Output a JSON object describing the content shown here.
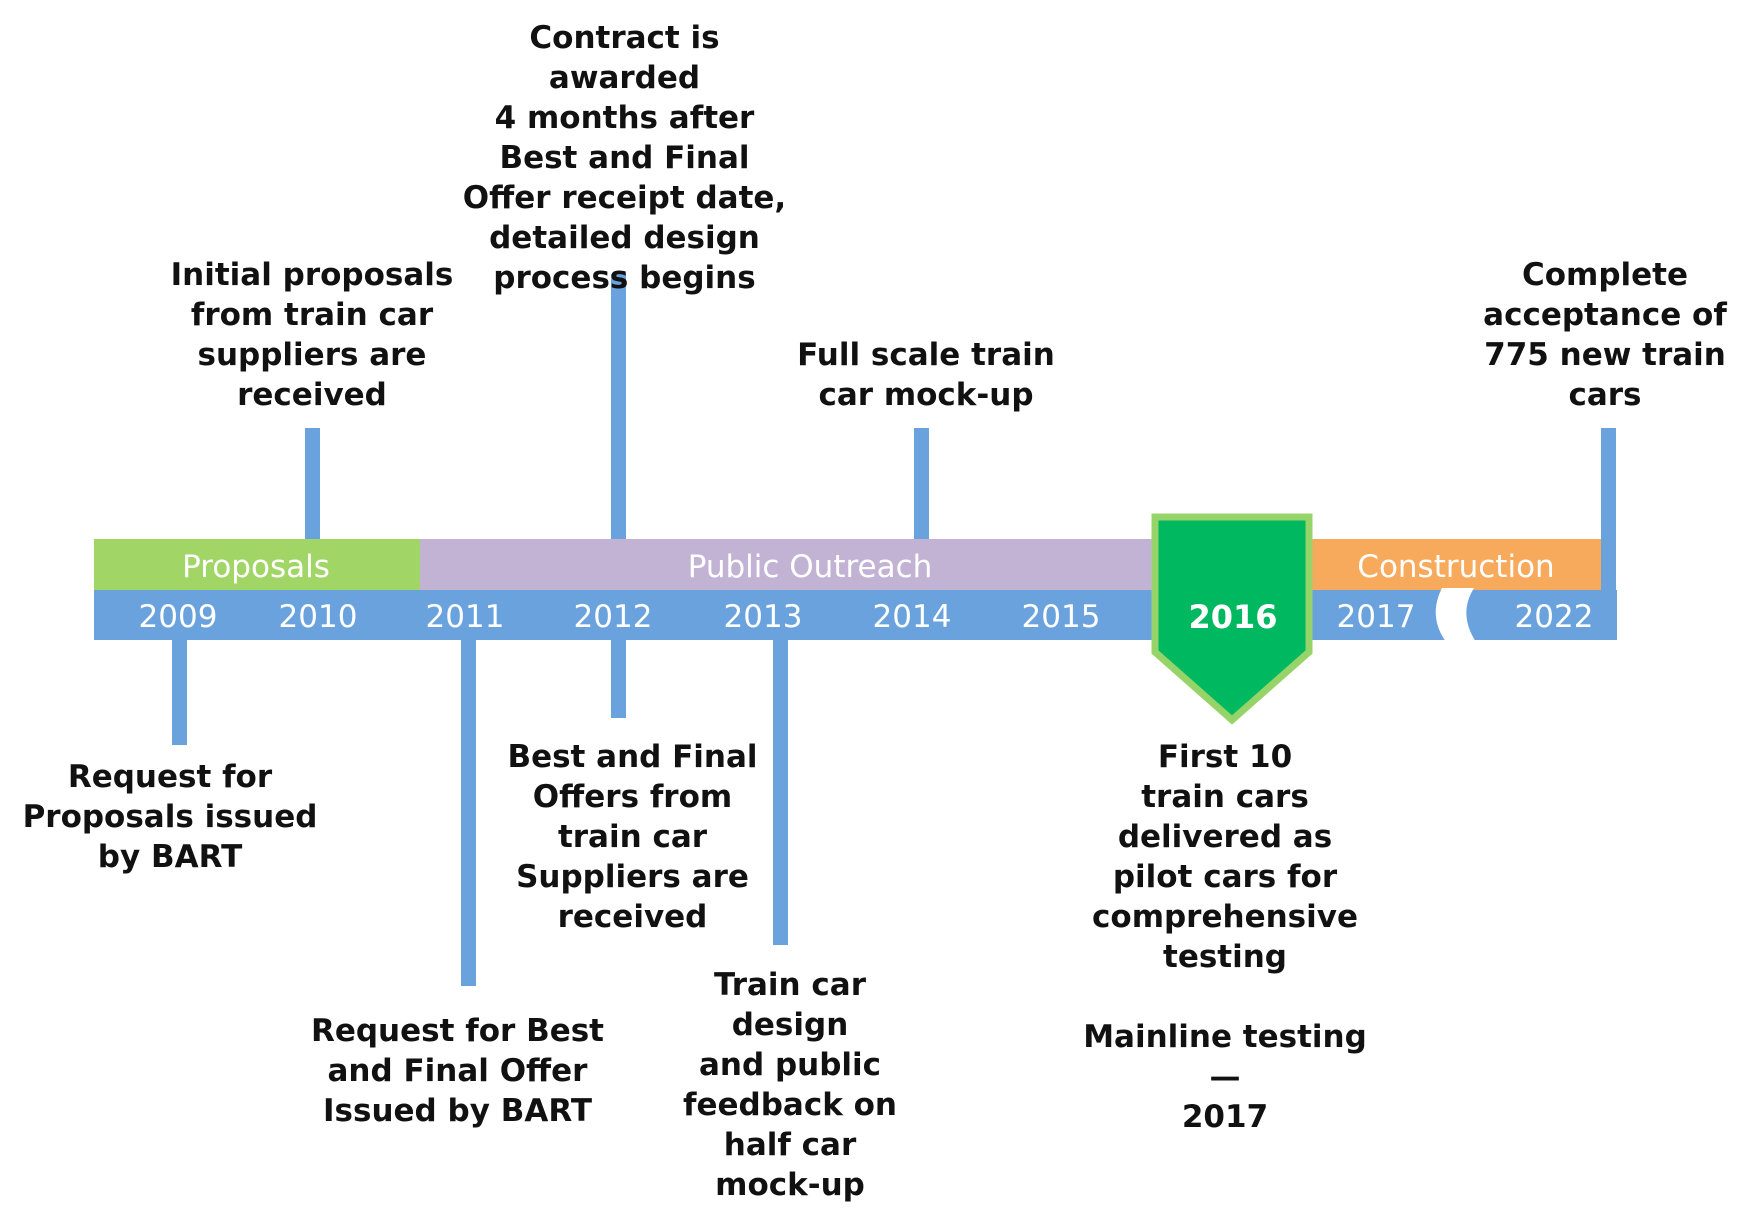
{
  "colors": {
    "timeline_bar": "#6aa2dd",
    "connector": "#6aa2dd",
    "proposals": "#a1d667",
    "public_outreach": "#c2b3d5",
    "construction": "#f7aa5c",
    "current_fill": "#00b860",
    "current_border": "#96d46a",
    "text": "#111111",
    "bar_text": "#ffffff"
  },
  "phases": [
    {
      "id": "proposals",
      "label": "Proposals",
      "color": "#a1d667"
    },
    {
      "id": "public-outreach",
      "label": "Public Outreach",
      "color": "#c2b3d5"
    },
    {
      "id": "construction",
      "label": "Construction",
      "color": "#f7aa5c"
    }
  ],
  "years": [
    "2009",
    "2010",
    "2011",
    "2012",
    "2013",
    "2014",
    "2015",
    "2016",
    "2017",
    "2022"
  ],
  "current_year": "2016",
  "axis_break": "break-between-2017-and-2022",
  "milestones_above": [
    {
      "id": "initial-proposals",
      "text": "Initial proposals\nfrom train car\nsuppliers are\nreceived"
    },
    {
      "id": "contract-awarded",
      "text": "Contract is awarded\n4 months after\nBest and Final\nOffer receipt date,\ndetailed design\nprocess begins"
    },
    {
      "id": "full-scale-mockup",
      "text": "Full scale train\ncar mock-up"
    },
    {
      "id": "complete-acceptance",
      "text": "Complete\nacceptance of\n775 new train\ncars"
    }
  ],
  "milestones_below": [
    {
      "id": "rfp-issued",
      "text": "Request for\nProposals issued\nby BART"
    },
    {
      "id": "rfbafo-issued",
      "text": "Request for Best\nand Final Offer\nIssued by BART"
    },
    {
      "id": "bafo-received",
      "text": "Best and Final\nOffers from\ntrain car\nSuppliers are\nreceived"
    },
    {
      "id": "half-car-mockup",
      "text": "Train car\ndesign\nand public\nfeedback on\nhalf car\nmock-up"
    },
    {
      "id": "first-10-cars",
      "text": "First 10\ntrain cars\ndelivered as\npilot cars for\ncomprehensive\ntesting\n\nMainline testing—\n2017"
    }
  ]
}
